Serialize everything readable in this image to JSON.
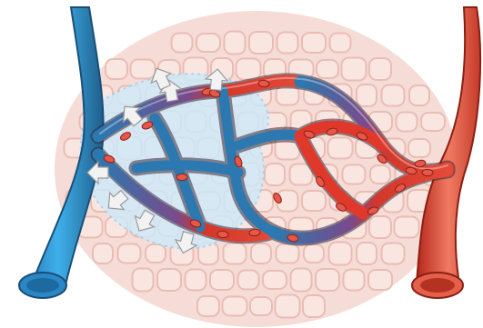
{
  "diagram": {
    "colors": {
      "tissue_background": "#f6dcd6",
      "cell_fill": "#f9e6e1",
      "cell_outline": "#e9bdb3",
      "vein_blue": "#2e9fdc",
      "vein_blue_dark": "#1f5f8c",
      "artery_red": "#e34a38",
      "artery_red_dark": "#b5261a",
      "interstitial_fluid": "#c8e6f7",
      "red_blood_cell": "#e6574a",
      "arrow_fill": "#f2f2f2"
    },
    "components": [
      {
        "name": "venule",
        "color": "vein_blue"
      },
      {
        "name": "arteriole",
        "color": "artery_red"
      },
      {
        "name": "capillary-network",
        "color": "mixed"
      },
      {
        "name": "tissue-cells",
        "color": "cell_fill"
      },
      {
        "name": "fluid-flow-arrows",
        "count": 8
      }
    ]
  }
}
